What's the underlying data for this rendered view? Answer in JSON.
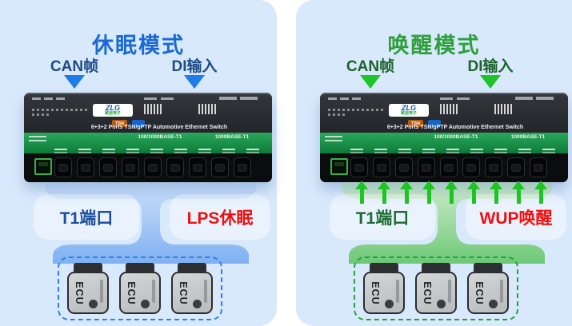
{
  "panels": {
    "left": {
      "title": "休眠模式",
      "can_label": "CAN帧",
      "di_label": "DI输入",
      "t1_label": "T1端口",
      "mode_label": "LPS休眠",
      "title_color": "#1a6ad2",
      "arrow_color": "#1e7ce8",
      "mode_color": "#ee1010"
    },
    "right": {
      "title": "唤醒模式",
      "can_label": "CAN帧",
      "di_label": "DI输入",
      "t1_label": "T1端口",
      "mode_label": "WUP唤醒",
      "title_color": "#2f9e3d",
      "arrow_color": "#1fc428",
      "mode_color": "#ee1010"
    }
  },
  "device": {
    "brand": "ZLG",
    "brand_sub": "致远电子",
    "badge": "TSN",
    "product_title": "6+3+2 Ports TSN/gPTP Automotive Ethernet Switch",
    "port_band_left": "100/1000BASE-T1",
    "port_band_right": "1000BASE-T1",
    "t1_port_count": 9
  },
  "ecu": {
    "label": "ECU",
    "count_per_panel": 3
  }
}
